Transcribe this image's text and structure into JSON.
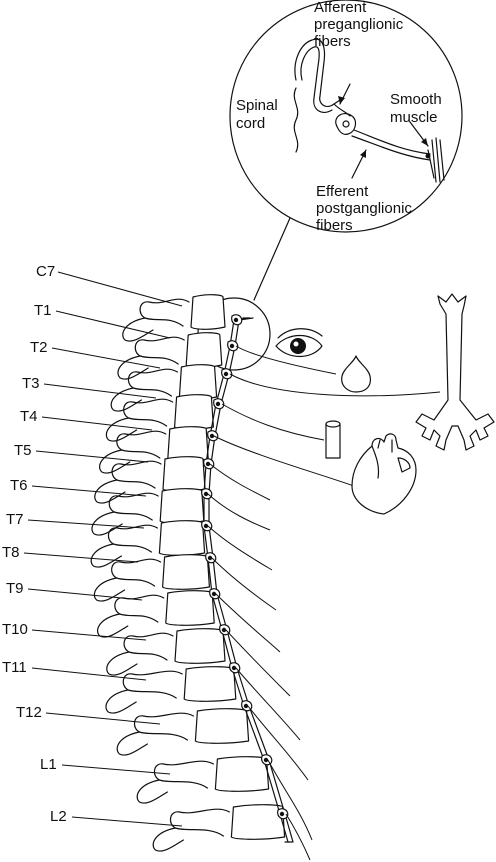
{
  "inset": {
    "labels": {
      "afferent_line1": "Afferent",
      "afferent_line2": "preganglionic",
      "afferent_line3": "fibers",
      "spinal_line1": "Spinal",
      "spinal_line2": "cord",
      "smooth_line1": "Smooth",
      "smooth_line2": "muscle",
      "efferent_line1": "Efferent",
      "efferent_line2": "postganglionic",
      "efferent_line3": "fibers"
    }
  },
  "vertebrae": [
    "C7",
    "T1",
    "T2",
    "T3",
    "T4",
    "T5",
    "T6",
    "T7",
    "T8",
    "T9",
    "T10",
    "T11",
    "T12",
    "L1",
    "L2"
  ],
  "organ_icons": [
    "eye-icon",
    "gland-icon",
    "bronchial-tree-icon",
    "vessel-icon",
    "heart-icon"
  ]
}
